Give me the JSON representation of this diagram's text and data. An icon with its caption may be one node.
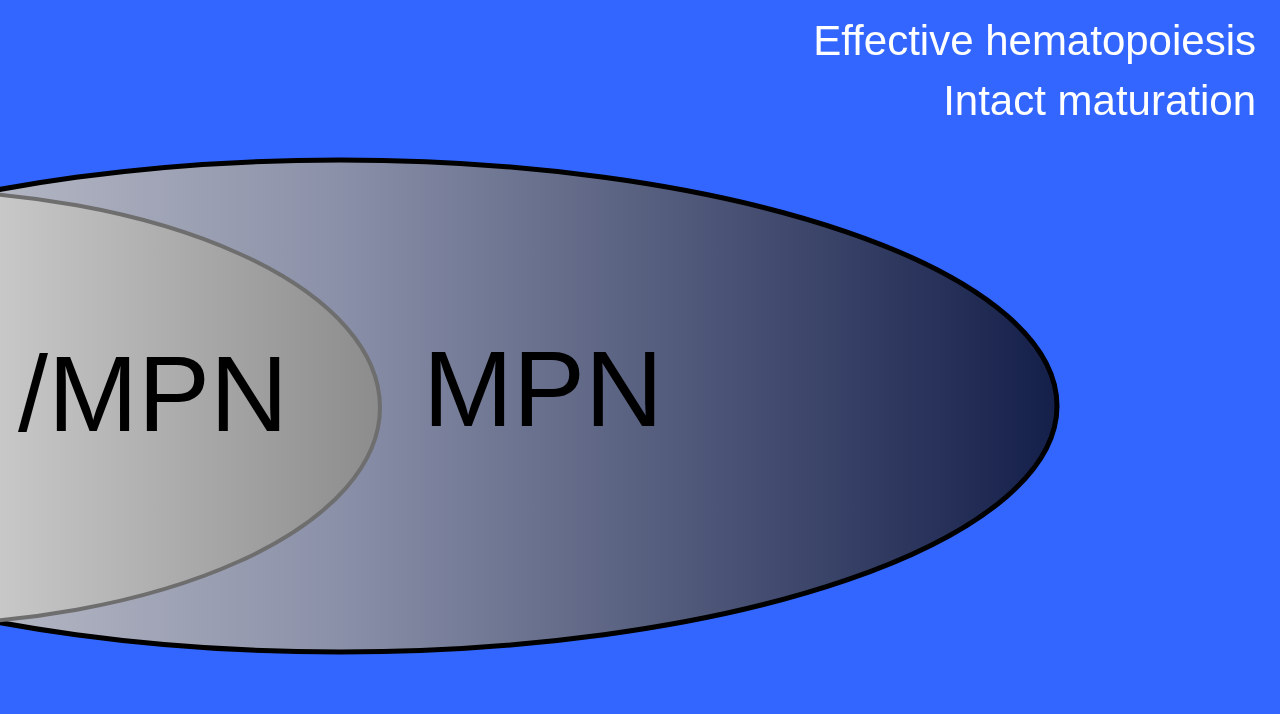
{
  "diagram": {
    "nodes": [
      {
        "text": [
          "MPN"
        ]
      },
      {
        "text": [
          "/MPN"
        ]
      }
    ],
    "edges": [],
    "labels": [
      "Effective hematopoiesis",
      "Intact maturation"
    ]
  }
}
